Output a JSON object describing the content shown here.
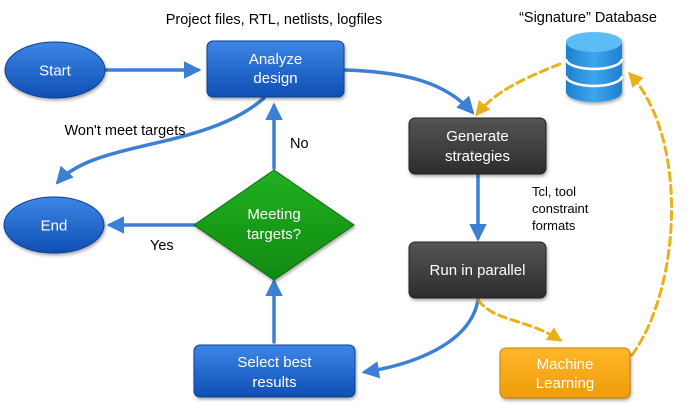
{
  "nodes": {
    "start": "Start",
    "end": "End",
    "analyze_line1": "Analyze",
    "analyze_line2": "design",
    "generate_line1": "Generate",
    "generate_line2": "strategies",
    "run": "Run in parallel",
    "decision_line1": "Meeting",
    "decision_line2": "targets?",
    "select_line1": "Select best",
    "select_line2": "results",
    "ml_line1": "Machine",
    "ml_line2": "Learning"
  },
  "labels": {
    "inputs": "Project files, RTL, netlists, logfiles",
    "database": "“Signature” Database",
    "wont_meet": "Won't meet targets",
    "no": "No",
    "yes": "Yes",
    "tcl_line1": "Tcl, tool",
    "tcl_line2": "constraint",
    "tcl_line3": "formats"
  },
  "colors": {
    "blue_node": "#1a5fc8",
    "dark_node": "#3a3a3a",
    "decision": "#1a9a1a",
    "ml_node": "#f5a313",
    "flow_arrow": "#3b7fd6",
    "dashed_arrow": "#e8b11a",
    "database": "#2a8bd6"
  },
  "icons": {
    "database": "database-cylinder-icon"
  }
}
